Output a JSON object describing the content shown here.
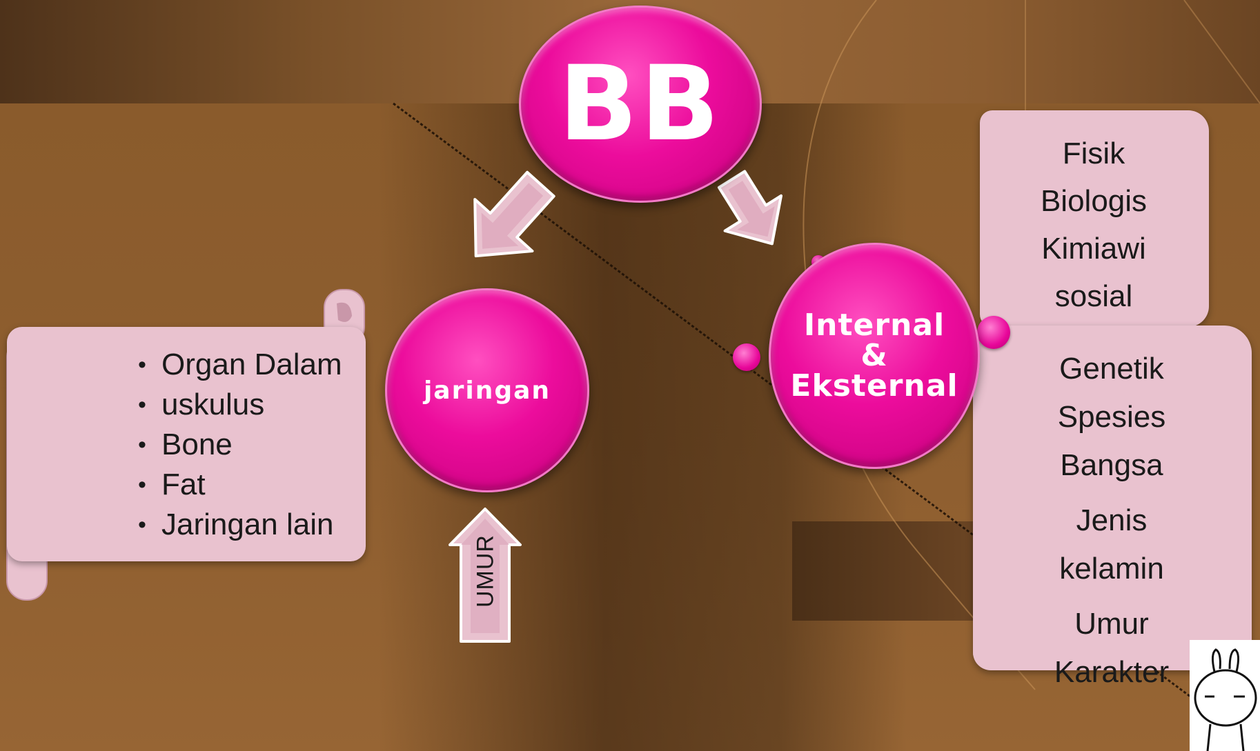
{
  "diagram": {
    "root": {
      "label": "BB"
    },
    "node_left": {
      "label": "jaringan"
    },
    "node_right": {
      "label_line1": "Internal",
      "label_line2": "&",
      "label_line3": "Eksternal"
    },
    "umur_arrow": {
      "label": "UMUR"
    },
    "left_scroll": {
      "items": [
        "Organ Dalam",
        "uskulus",
        "Bone",
        "Fat",
        "Jaringan lain"
      ]
    },
    "right_top_list": {
      "items": [
        "Fisik",
        "Biologis",
        "Kimiawi",
        "sosial"
      ]
    },
    "right_bottom_list": {
      "items": [
        "Genetik",
        "Spesies",
        "Bangsa",
        "Jenis",
        "kelamin",
        "Umur",
        "Karakter"
      ]
    }
  },
  "colors": {
    "node_fill": "#ec0c9c",
    "scroll_fill": "#e9c2cf",
    "background": "#8f5d2e"
  },
  "icons": {
    "left_arrow": "down-left-arrow-icon",
    "right_arrow": "down-right-arrow-icon",
    "up_arrow": "up-arrow-icon",
    "mascot": "bunny-mascot-icon"
  }
}
